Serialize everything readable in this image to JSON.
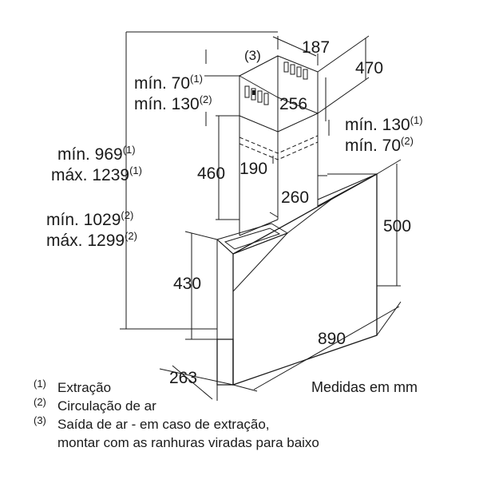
{
  "dimensions": {
    "d187": "187",
    "d470": "470",
    "d256": "256",
    "d460": "460",
    "d190": "190",
    "d260": "260",
    "d500": "500",
    "d430": "430",
    "d890": "890",
    "d263": "263"
  },
  "callout3": "(3)",
  "chimney_min_top": {
    "l1": "mín. 70",
    "s1": "(1)",
    "l2": "mín. 130",
    "s2": "(2)"
  },
  "chimney_min_right": {
    "l1": "mín. 130",
    "s1": "(1)",
    "l2": "mín. 70",
    "s2": "(2)"
  },
  "height_ranges": {
    "l1": "mín. 969",
    "s1": "(1)",
    "l2": "máx. 1239",
    "s2": "(1)",
    "l3": "mín. 1029",
    "s3": "(2)",
    "l4": "máx. 1299",
    "s4": "(2)"
  },
  "units_note": "Medidas em mm",
  "legend": [
    {
      "mark": "(1)",
      "text": "Extração"
    },
    {
      "mark": "(2)",
      "text": "Circulação de ar"
    },
    {
      "mark": "(3)",
      "text": "Saída de ar - em caso de extração,"
    }
  ],
  "legend_continuation": "montar com as ranhuras viradas para baixo"
}
